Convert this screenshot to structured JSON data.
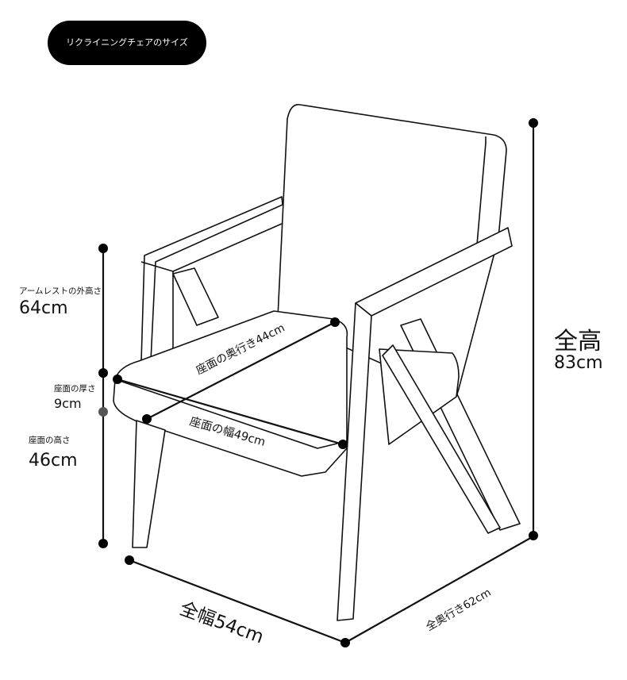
{
  "header": {
    "title": "リクライニングチェアのサイズ"
  },
  "dimensions": {
    "armrest_height": {
      "label": "アームレストの外高さ",
      "value": "64cm"
    },
    "seat_thickness": {
      "label": "座面の厚さ",
      "value": "9cm"
    },
    "seat_height": {
      "label": "座面の高さ",
      "value": "46cm"
    },
    "total_height": {
      "label": "全高",
      "value": "83cm"
    },
    "seat_depth": {
      "text": "座面の奥行き44cm"
    },
    "seat_width": {
      "text": "座面の幅49cm"
    },
    "total_width": {
      "text": "全幅54cm"
    },
    "total_depth": {
      "text": "全奥行き62cm"
    }
  },
  "colors": {
    "line": "#111111",
    "point": "#000000",
    "point_gray": "#555555",
    "pill": "#000000"
  }
}
